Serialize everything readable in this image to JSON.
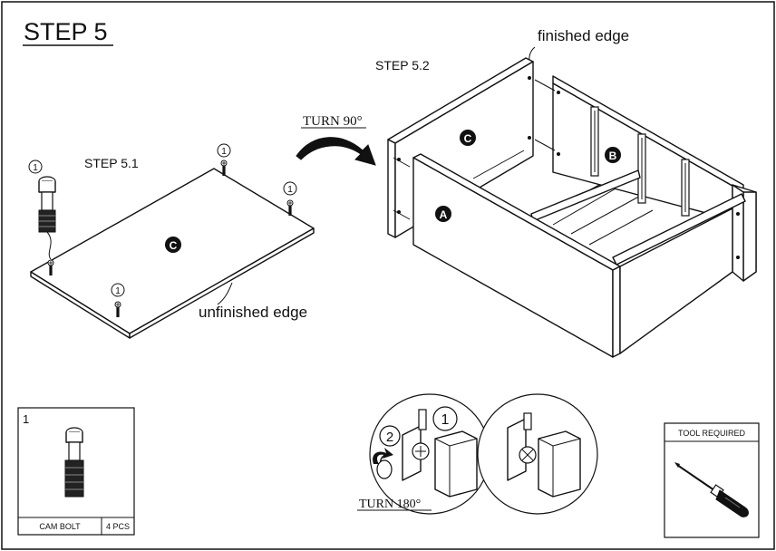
{
  "title": "STEP 5",
  "step51": {
    "label": "STEP 5.1",
    "part": "C",
    "callout": "1",
    "edge_label": "unfinished edge"
  },
  "turn1": {
    "label": "TURN 90°"
  },
  "step52": {
    "label": "STEP 5.2",
    "edge_label": "finished edge",
    "parts": [
      "A",
      "B",
      "C"
    ]
  },
  "hardware": {
    "number": "1",
    "name": "CAM BOLT",
    "qty": "4 PCS"
  },
  "detail": {
    "callout_a": "2",
    "callout_b": "1",
    "turn_label": "TURN 180°"
  },
  "tool": {
    "header": "TOOL REQUIRED",
    "icon": "screwdriver-icon"
  }
}
